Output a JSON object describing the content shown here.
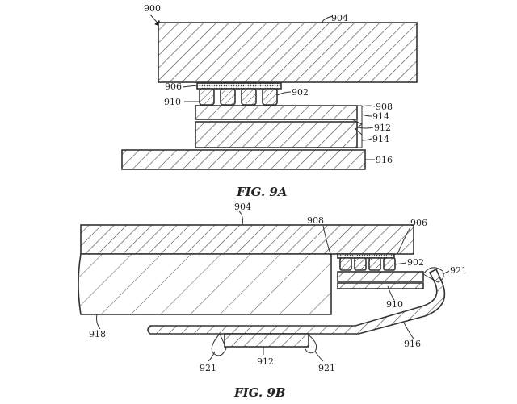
{
  "figure_number": "900",
  "captions": {
    "a": "FIG. 9A",
    "b": "FIG. 9B"
  },
  "fig_9a": {
    "labels": [
      "904",
      "906",
      "902",
      "910",
      "908",
      "914",
      "912",
      "914",
      "916"
    ]
  },
  "fig_9b": {
    "labels": [
      "904",
      "908",
      "906",
      "902",
      "921",
      "910",
      "918",
      "916",
      "912",
      "921",
      "921"
    ]
  }
}
